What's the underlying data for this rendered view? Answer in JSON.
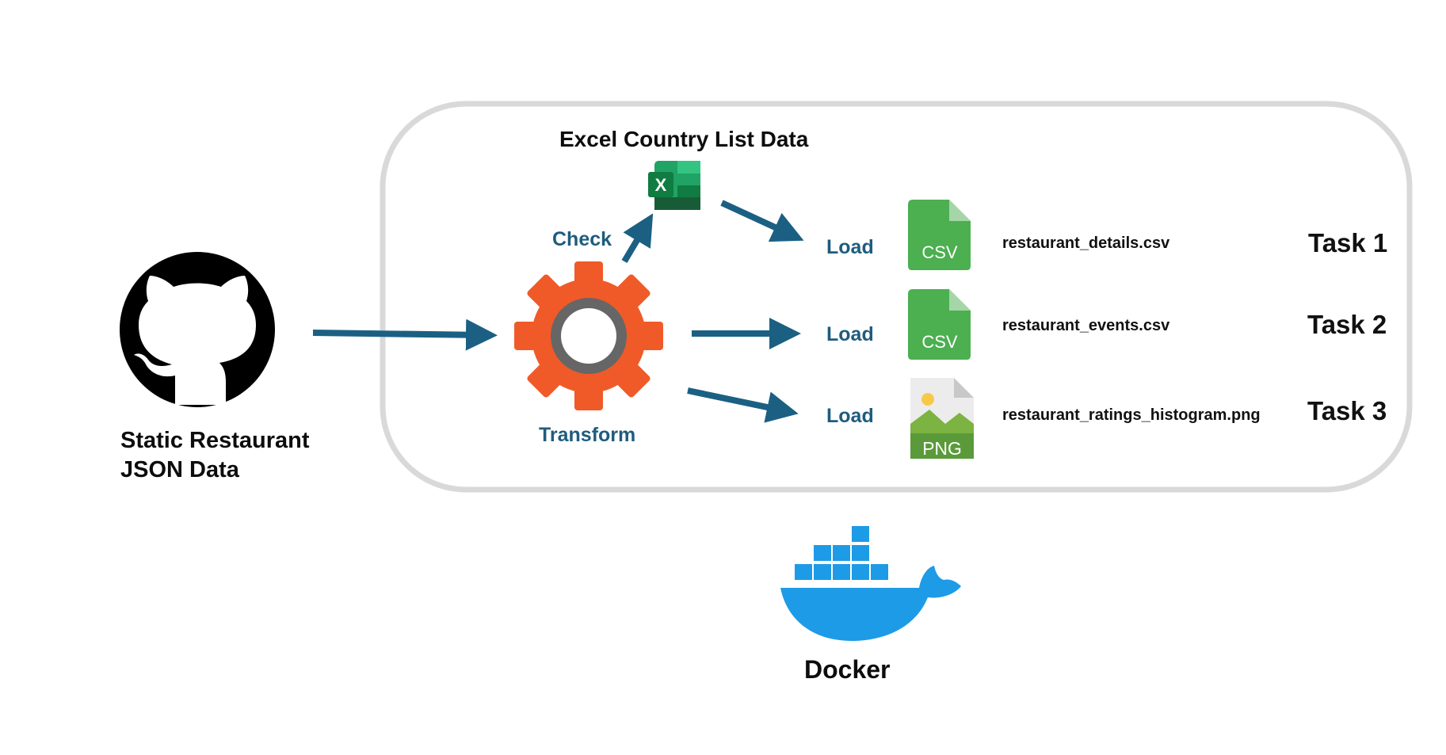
{
  "source": {
    "label_line1": "Static Restaurant",
    "label_line2": "JSON Data",
    "icon": "github-icon"
  },
  "reference": {
    "label": "Excel Country List Data",
    "icon": "excel-icon",
    "icon_letter": "X"
  },
  "process": {
    "check_label": "Check",
    "transform_label": "Transform",
    "icon": "gear-icon",
    "color": "#f05a28"
  },
  "outputs": [
    {
      "load_label": "Load",
      "format": "CSV",
      "filename": "restaurant_details.csv",
      "task": "Task 1",
      "icon": "csv-file-icon"
    },
    {
      "load_label": "Load",
      "format": "CSV",
      "filename": "restaurant_events.csv",
      "task": "Task 2",
      "icon": "csv-file-icon"
    },
    {
      "load_label": "Load",
      "format": "PNG",
      "filename": "restaurant_ratings_histogram.png",
      "task": "Task 3",
      "icon": "png-file-icon"
    }
  ],
  "container": {
    "label": "Docker",
    "icon": "docker-whale-icon"
  },
  "colors": {
    "arrow": "#1b6083",
    "label_blue": "#1f5c7e",
    "box_border": "#d9d9d9",
    "csv_green": "#4caf50",
    "docker_blue": "#1d9be6"
  }
}
